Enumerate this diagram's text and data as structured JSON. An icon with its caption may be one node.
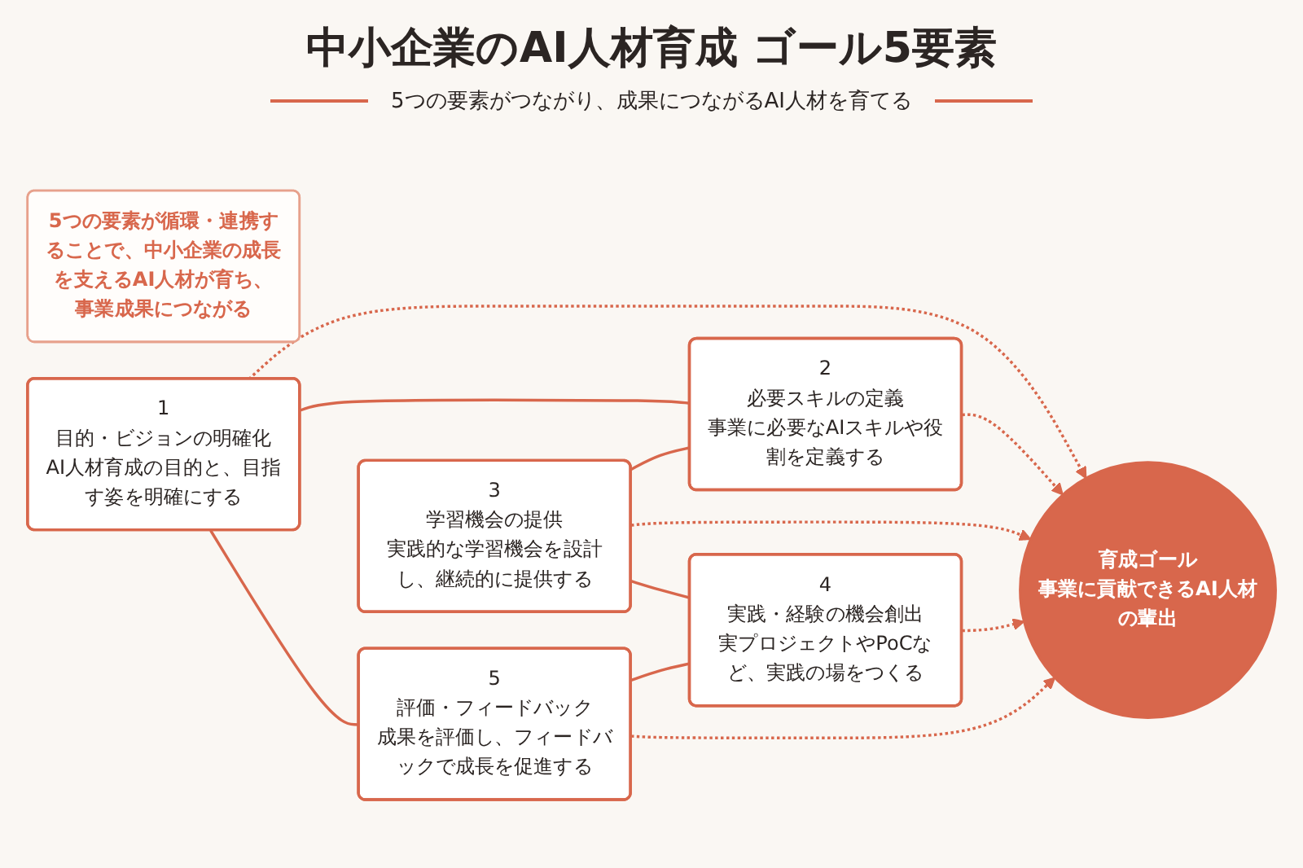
{
  "diagram": {
    "title": "中小企業のAI人材育成 ゴール5要素",
    "nodes": [
      {
        "text": [
          "1",
          "目的・ビジョンの明確化",
          "AI人材育成の目的と、目指す姿を明確にする"
        ]
      },
      {
        "text": [
          "2",
          "必要スキルの定義",
          "事業に必要なAIスキルや役割を定義する"
        ]
      },
      {
        "text": [
          "3",
          "学習機会の提供",
          "実践的な学習機会を設計し、継続的に提供する"
        ]
      },
      {
        "text": [
          "4",
          "実践・経験の機会創出",
          "実プロジェクトやPoCなど、実践の場をつくる"
        ]
      },
      {
        "text": [
          "5",
          "評価・フィードバック",
          "成果を評価し、フィードバックで成長を促進する"
        ]
      },
      {
        "text": [
          "育成ゴール",
          "事業に貢献できるAI人材の輩出"
        ]
      },
      {
        "text": [
          "5つの要素が循環・連携することで、中小企業の成長を支えるAI人材が育ち、事業成果につながる"
        ]
      }
    ],
    "edges": [
      {
        "from": 0,
        "to": 1,
        "arrow": "none"
      },
      {
        "from": 2,
        "to": 1,
        "arrow": "none"
      },
      {
        "from": 2,
        "to": 3,
        "arrow": "none"
      },
      {
        "from": 4,
        "to": 3,
        "arrow": "none"
      },
      {
        "from": 0,
        "to": 4,
        "arrow": "none"
      },
      {
        "from": 0,
        "to": 5,
        "arrow": "to",
        "style": "dashed"
      },
      {
        "from": 1,
        "to": 5,
        "arrow": "to",
        "style": "dashed"
      },
      {
        "from": 2,
        "to": 5,
        "arrow": "to",
        "style": "dashed"
      },
      {
        "from": 3,
        "to": 5,
        "arrow": "to",
        "style": "dashed"
      },
      {
        "from": 4,
        "to": 5,
        "arrow": "to",
        "style": "dashed"
      }
    ],
    "labels": [
      "5つの要素がつながり、成果につながるAI人材を育てる"
    ]
  }
}
